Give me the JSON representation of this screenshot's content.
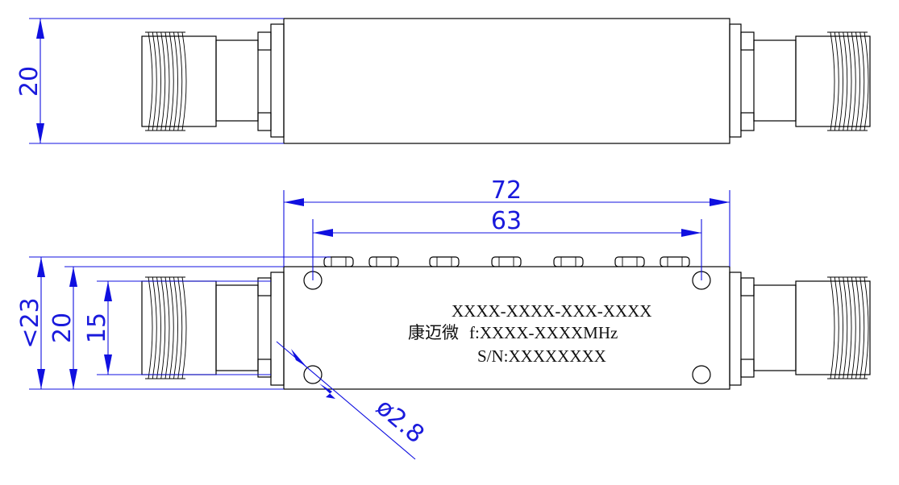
{
  "dimensions": {
    "top_height": "20",
    "overall_length": "72",
    "hole_spacing": "63",
    "side_overall": "<23",
    "side_body": "20",
    "side_connector": "15",
    "hole_diameter": "ø2.8"
  },
  "label": {
    "model": "XXXX-XXXX-XXX-XXXX",
    "brand": "康迈微",
    "freq": "f:XXXX-XXXXMHz",
    "serial": "S/N:XXXXXXXX"
  },
  "colors": {
    "dimension": "#1010e0",
    "outline": "#000000"
  }
}
